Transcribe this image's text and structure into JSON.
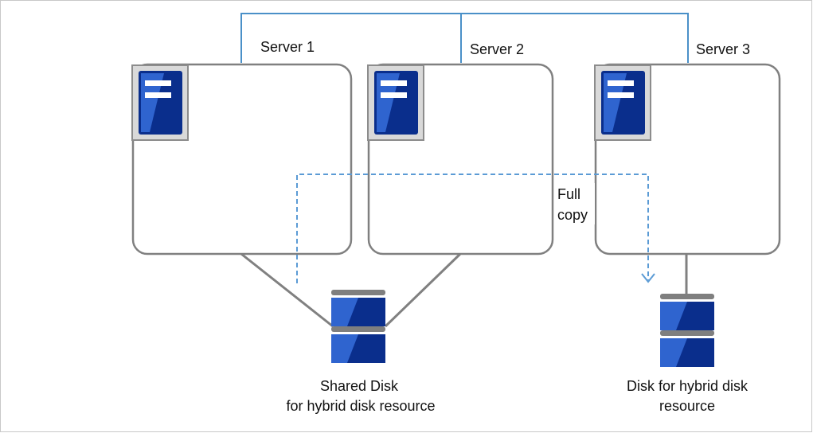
{
  "servers": [
    {
      "label": "Server 1"
    },
    {
      "label": "Server 2"
    },
    {
      "label": "Server 3"
    }
  ],
  "copy_label": {
    "line1": "Full",
    "line2": "copy"
  },
  "shared_disk": {
    "line1": "Shared Disk",
    "line2": "for hybrid disk resource"
  },
  "hybrid_disk": {
    "line1": "Disk for hybrid disk",
    "line2": "resource"
  },
  "colors": {
    "network_line": "#4a90c8",
    "copy_arrow": "#5b9bd5",
    "outline": "#808080",
    "server_icon_dark": "#0a2e8c",
    "server_icon_light": "#2f64cf",
    "icon_bg": "#d9d9d9"
  },
  "icons": {
    "server": "server-icon",
    "disk": "disk-icon"
  }
}
